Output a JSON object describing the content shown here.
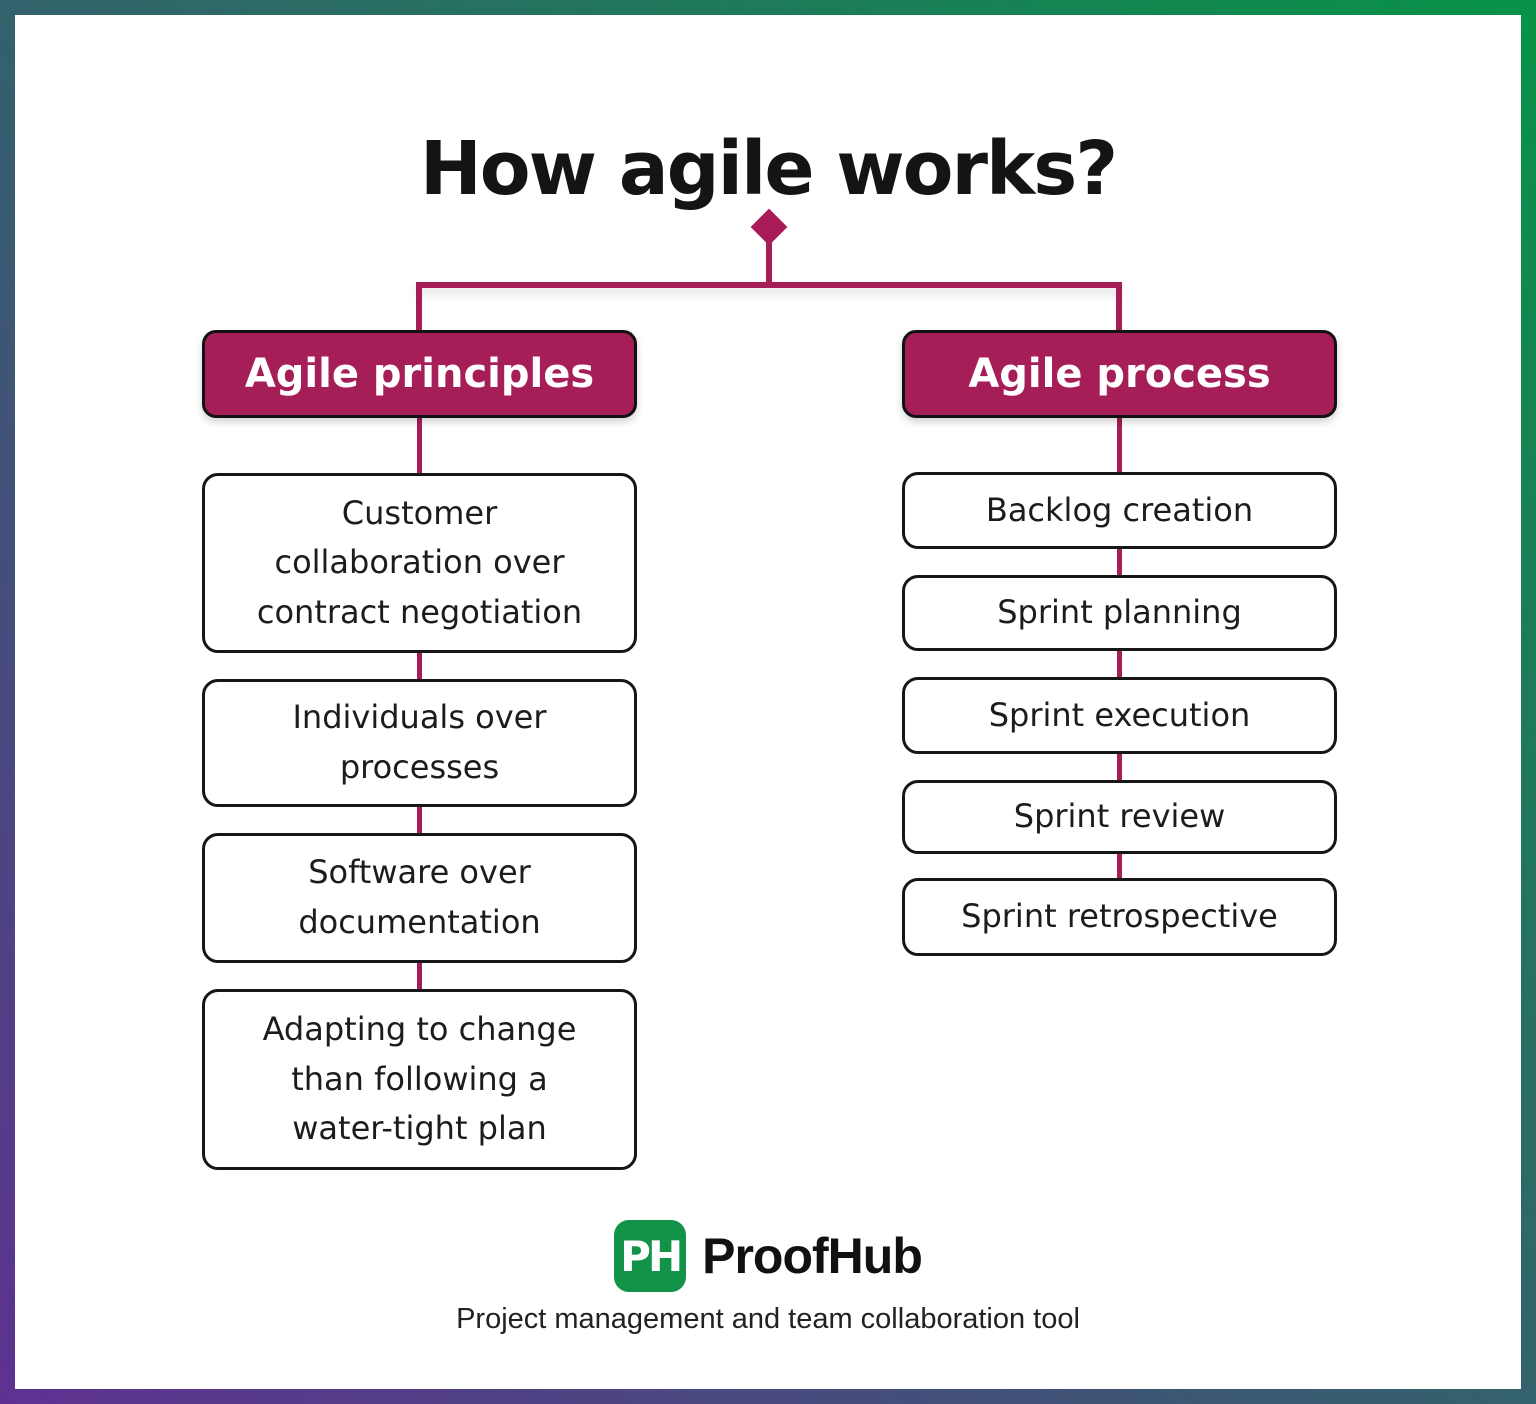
{
  "page": {
    "title": "How agile works?",
    "frame_gradient_from": "#089347",
    "frame_gradient_to": "#5E3191",
    "accent_color": "#A61E58"
  },
  "diagram": {
    "columns": [
      {
        "header": "Agile principles",
        "items": [
          "Customer\ncollaboration over\ncontract negotiation",
          "Individuals over\nprocesses",
          "Software over\ndocumentation",
          "Adapting to change\nthan following a\nwater-tight plan"
        ]
      },
      {
        "header": "Agile process",
        "items": [
          "Backlog creation",
          "Sprint planning",
          "Sprint execution",
          "Sprint review",
          "Sprint retrospective"
        ]
      }
    ]
  },
  "footer": {
    "logo_monogram": "PH",
    "logo_color": "#129348",
    "brand_name": "ProofHub",
    "tagline": "Project management and team collaboration tool"
  }
}
